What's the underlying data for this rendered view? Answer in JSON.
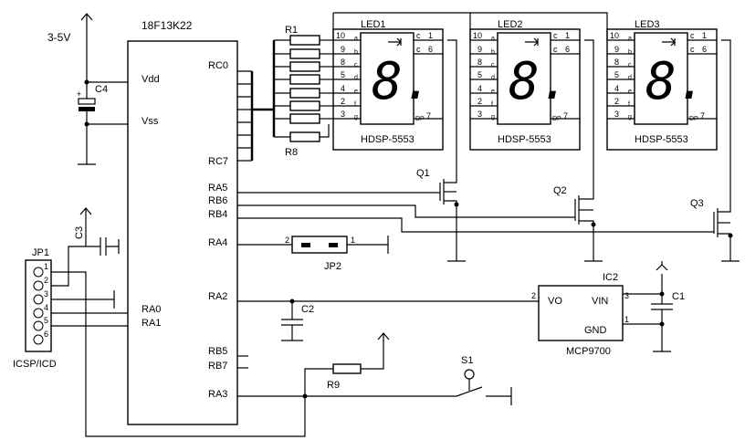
{
  "supply": {
    "label": "3-5V"
  },
  "mcu": {
    "name": "18F13K22",
    "pins": [
      "Vdd",
      "Vss",
      "RC0",
      "RC7",
      "RA5",
      "RB6",
      "RB4",
      "RA4",
      "RA2",
      "RA0",
      "RA1",
      "RB5",
      "RB7",
      "RA3"
    ]
  },
  "caps": {
    "c1": "C1",
    "c2": "C2",
    "c3": "C3",
    "c4": "C4"
  },
  "resistors": {
    "r1": "R1",
    "r8": "R8",
    "r9": "R9"
  },
  "transistors": {
    "q1": "Q1",
    "q2": "Q2",
    "q3": "Q3"
  },
  "jumpers": {
    "jp1": "JP1",
    "jp1_caption": "ICSP/ICD",
    "jp1_pins": [
      "1",
      "2",
      "3",
      "4",
      "5",
      "6"
    ],
    "jp2": "JP2",
    "jp2_pins": [
      "2",
      "1"
    ]
  },
  "switch": {
    "s1": "S1"
  },
  "leds": [
    {
      "name": "LED1",
      "part": "HDSP-5553"
    },
    {
      "name": "LED2",
      "part": "HDSP-5553"
    },
    {
      "name": "LED3",
      "part": "HDSP-5553"
    }
  ],
  "led_left_pins": [
    {
      "num": "10",
      "seg": "a"
    },
    {
      "num": "9",
      "seg": "b"
    },
    {
      "num": "8",
      "seg": "c"
    },
    {
      "num": "5",
      "seg": "d"
    },
    {
      "num": "4",
      "seg": "e"
    },
    {
      "num": "2",
      "seg": "f"
    },
    {
      "num": "3",
      "seg": "g"
    }
  ],
  "led_right_pins": [
    {
      "seg": "c",
      "num": "1"
    },
    {
      "seg": "c",
      "num": "6"
    }
  ],
  "led_dp": {
    "seg": "DP",
    "num": "7"
  },
  "led_digit": "8.",
  "sensor": {
    "ic": "IC2",
    "part": "MCP9700",
    "vo": "VO",
    "vin": "VIN",
    "gnd": "GND",
    "pin_vo": "2",
    "pin_vin": "3",
    "pin_gnd": "1"
  }
}
